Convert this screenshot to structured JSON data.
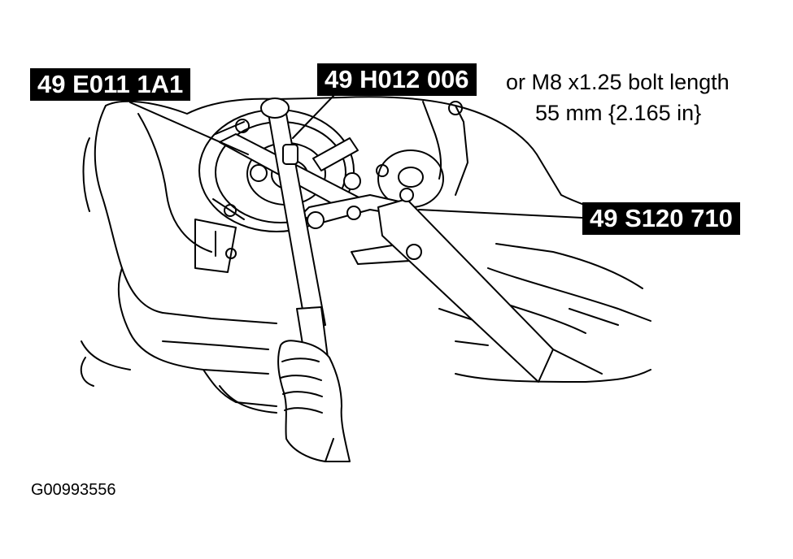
{
  "callouts": {
    "tool_1": "49 E011 1A1",
    "tool_2": "49 H012 006",
    "tool_3": "49 S120 710"
  },
  "note": {
    "line1": "or M8 x1.25 bolt length",
    "line2": "55 mm {2.165 in}"
  },
  "figure_id": "G00993556"
}
